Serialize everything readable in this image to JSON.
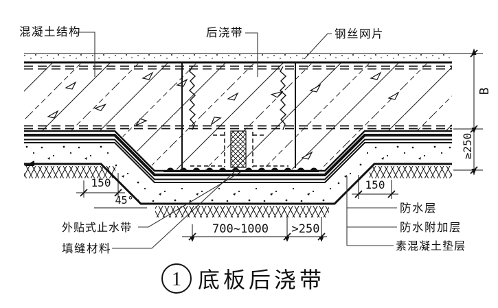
{
  "drawing": {
    "kind": "construction-detail",
    "labels": {
      "concrete_structure": "混凝土结构",
      "post_cast_strip": "后浇带",
      "wire_mesh": "钢丝网片",
      "external_waterstop": "外贴式止水带",
      "joint_filler": "填缝材料",
      "waterproof_layer": "防水层",
      "waterproof_additional_layer": "防水附加层",
      "plain_concrete_cushion": "素混凝土垫层"
    },
    "dimensions": {
      "left_offset": "150",
      "right_offset": "150",
      "angle": "45°",
      "strip_width": "700~1000",
      "recess_extra": ">250",
      "slab_thickness": "B",
      "downstand_depth": "≥250"
    },
    "title": {
      "number": "1",
      "text": "底板后浇带"
    },
    "colors": {
      "ink": "#111111",
      "paper": "#ffffff"
    }
  }
}
